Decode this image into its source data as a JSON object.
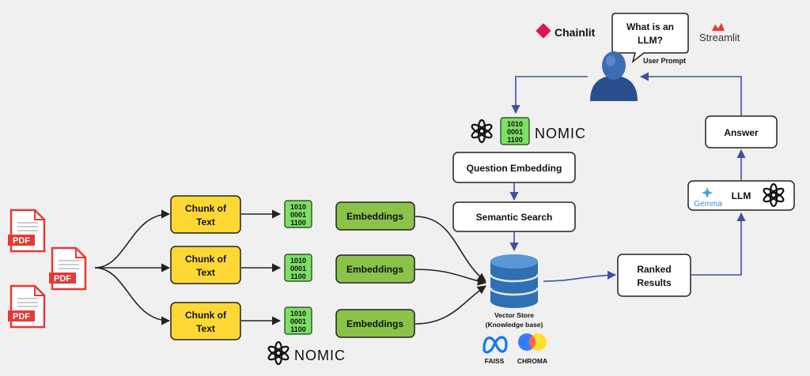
{
  "header": {
    "chainlit_label": "Chainlit",
    "streamlit_label": "Streamlit",
    "question_line1": "What is an",
    "question_line2": "LLM?",
    "user_prompt_label": "User Prompt"
  },
  "left": {
    "pdf_labels": [
      "PDF",
      "PDF",
      "PDF"
    ],
    "chunk_line1": "Chunk of",
    "chunk_line2": "Text",
    "binary_lines": [
      "1010",
      "0001",
      "1100"
    ],
    "embeddings_label": "Embeddings",
    "nomic_label": "NOMIC"
  },
  "query": {
    "nomic_label": "NOMIC",
    "question_embedding": "Question Embedding",
    "semantic_search": "Semantic Search"
  },
  "store": {
    "line1": "Vector Store",
    "line2": "(Knowledge base)",
    "faiss_label": "FAISS",
    "chroma_label": "CHROMA"
  },
  "output": {
    "ranked_line1": "Ranked",
    "ranked_line2": "Results",
    "llm_label": "LLM",
    "gemma_label": "Gemma",
    "answer_label": "Answer"
  },
  "colors": {
    "yellow": "#fdd835",
    "green": "#8bc34a",
    "blue_arrow": "#3f51a0",
    "black_arrow": "#222222",
    "db_blue": "#2f6fb3",
    "pdf_red": "#e53935",
    "chainlit_pink": "#e0115f",
    "streamlit_red": "#e53935"
  }
}
